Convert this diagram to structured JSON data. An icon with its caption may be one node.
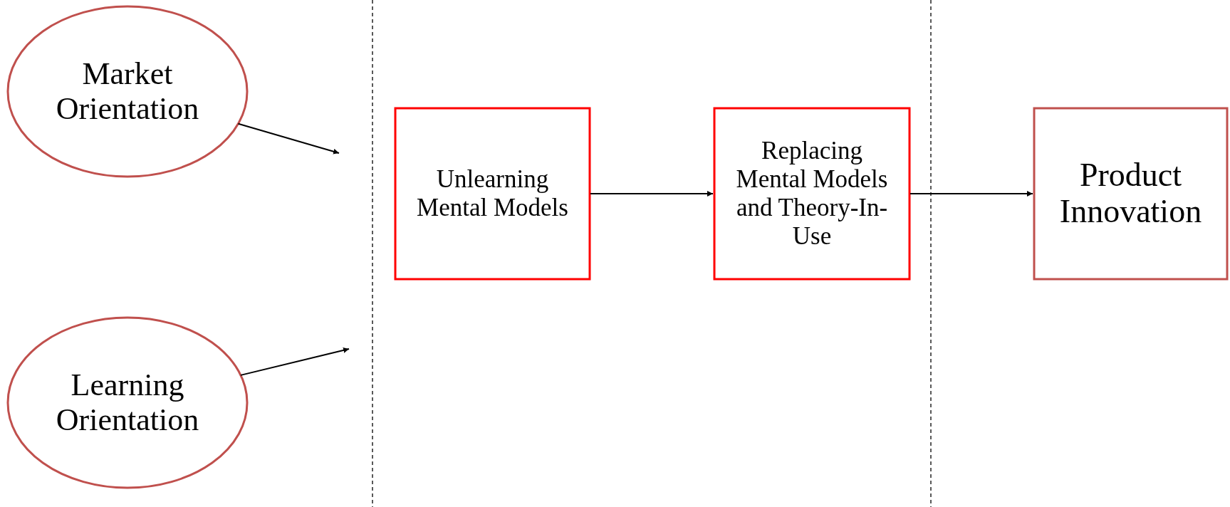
{
  "diagram": {
    "nodes": [
      {
        "text": [
          "Market Orientation"
        ]
      },
      {
        "text": [
          "Learning Orientation"
        ]
      },
      {
        "text": [
          "Unlearning Mental Models"
        ]
      },
      {
        "text": [
          "Replacing Mental Models and Theory-In-Use"
        ]
      },
      {
        "text": [
          "Product Innovation"
        ]
      }
    ],
    "edges": [
      {
        "from": 0,
        "to": null,
        "arrow": "to"
      },
      {
        "from": 1,
        "to": null,
        "arrow": "to"
      },
      {
        "from": 2,
        "to": 3,
        "arrow": "to"
      },
      {
        "from": 3,
        "to": 4,
        "arrow": "to"
      }
    ]
  }
}
